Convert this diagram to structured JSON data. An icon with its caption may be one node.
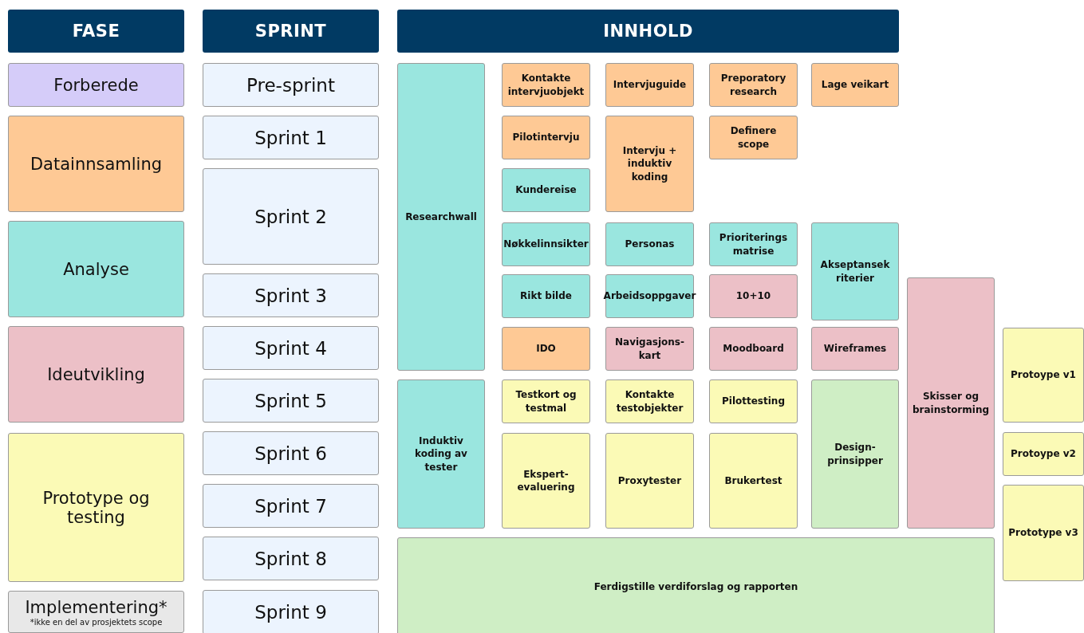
{
  "diagram": {
    "nodes": [
      {
        "text": [
          "FASE"
        ]
      },
      {
        "text": [
          "SPRINT"
        ]
      },
      {
        "text": [
          "INNHOLD"
        ]
      },
      {
        "text": [
          "Forberede"
        ]
      },
      {
        "text": [
          "Datainnsamling"
        ]
      },
      {
        "text": [
          "Analyse"
        ]
      },
      {
        "text": [
          "Ideutvikling"
        ]
      },
      {
        "text": [
          "Prototype og testing"
        ]
      },
      {
        "text": [
          "Implementering*",
          "*ikke en del av prosjektets scope"
        ]
      },
      {
        "text": [
          "Pre-sprint"
        ]
      },
      {
        "text": [
          "Sprint 1"
        ]
      },
      {
        "text": [
          "Sprint 2"
        ]
      },
      {
        "text": [
          "Sprint 3"
        ]
      },
      {
        "text": [
          "Sprint 4"
        ]
      },
      {
        "text": [
          "Sprint 5"
        ]
      },
      {
        "text": [
          "Sprint 6"
        ]
      },
      {
        "text": [
          "Sprint 7"
        ]
      },
      {
        "text": [
          "Sprint 8"
        ]
      },
      {
        "text": [
          "Sprint 9"
        ]
      },
      {
        "text": [
          "Researchwall"
        ]
      },
      {
        "text": [
          "Kontakte intervjuobjekt"
        ]
      },
      {
        "text": [
          "Intervjuguide"
        ]
      },
      {
        "text": [
          "Preporatory research"
        ]
      },
      {
        "text": [
          "Lage veikart"
        ]
      },
      {
        "text": [
          "Pilotintervju"
        ]
      },
      {
        "text": [
          "Intervju + induktiv koding"
        ]
      },
      {
        "text": [
          "Definere scope"
        ]
      },
      {
        "text": [
          "Kundereise"
        ]
      },
      {
        "text": [
          "Nøkkelinnsikter"
        ]
      },
      {
        "text": [
          "Personas"
        ]
      },
      {
        "text": [
          "Prioriterings matrise"
        ]
      },
      {
        "text": [
          "Akseptansek riterier"
        ]
      },
      {
        "text": [
          "Rikt bilde"
        ]
      },
      {
        "text": [
          "Arbeidsoppgaver"
        ]
      },
      {
        "text": [
          "10+10"
        ]
      },
      {
        "text": [
          "Skisser og brainstorming"
        ]
      },
      {
        "text": [
          "IDO"
        ]
      },
      {
        "text": [
          "Navigasjons- kart"
        ]
      },
      {
        "text": [
          "Moodboard"
        ]
      },
      {
        "text": [
          "Wireframes"
        ]
      },
      {
        "text": [
          "Protoype v1"
        ]
      },
      {
        "text": [
          "Induktiv koding av tester"
        ]
      },
      {
        "text": [
          "Testkort og testmal"
        ]
      },
      {
        "text": [
          "Kontakte testobjekter"
        ]
      },
      {
        "text": [
          "Pilottesting"
        ]
      },
      {
        "text": [
          "Design- prinsipper"
        ]
      },
      {
        "text": [
          "Protoype v2"
        ]
      },
      {
        "text": [
          "Ekspert- evaluering"
        ]
      },
      {
        "text": [
          "Proxytester"
        ]
      },
      {
        "text": [
          "Brukertest"
        ]
      },
      {
        "text": [
          "Prototype v3"
        ]
      },
      {
        "text": [
          "Ferdigstille verdiforslag og rapporten"
        ]
      }
    ]
  }
}
